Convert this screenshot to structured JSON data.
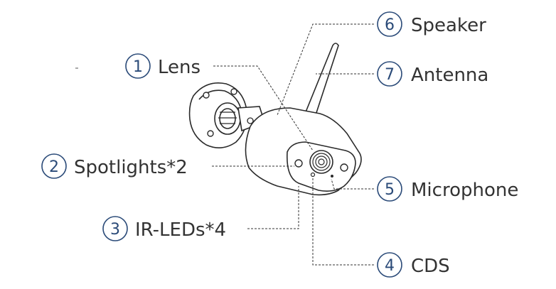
{
  "callouts": [
    {
      "id": "lens",
      "number": "1",
      "label": "Lens"
    },
    {
      "id": "spotlights",
      "number": "2",
      "label": "Spotlights*2"
    },
    {
      "id": "ir-leds",
      "number": "3",
      "label": "IR-LEDs*4"
    },
    {
      "id": "cds",
      "number": "4",
      "label": "CDS"
    },
    {
      "id": "microphone",
      "number": "5",
      "label": "Microphone"
    },
    {
      "id": "speaker",
      "number": "6",
      "label": "Speaker"
    },
    {
      "id": "antenna",
      "number": "7",
      "label": "Antenna"
    }
  ]
}
